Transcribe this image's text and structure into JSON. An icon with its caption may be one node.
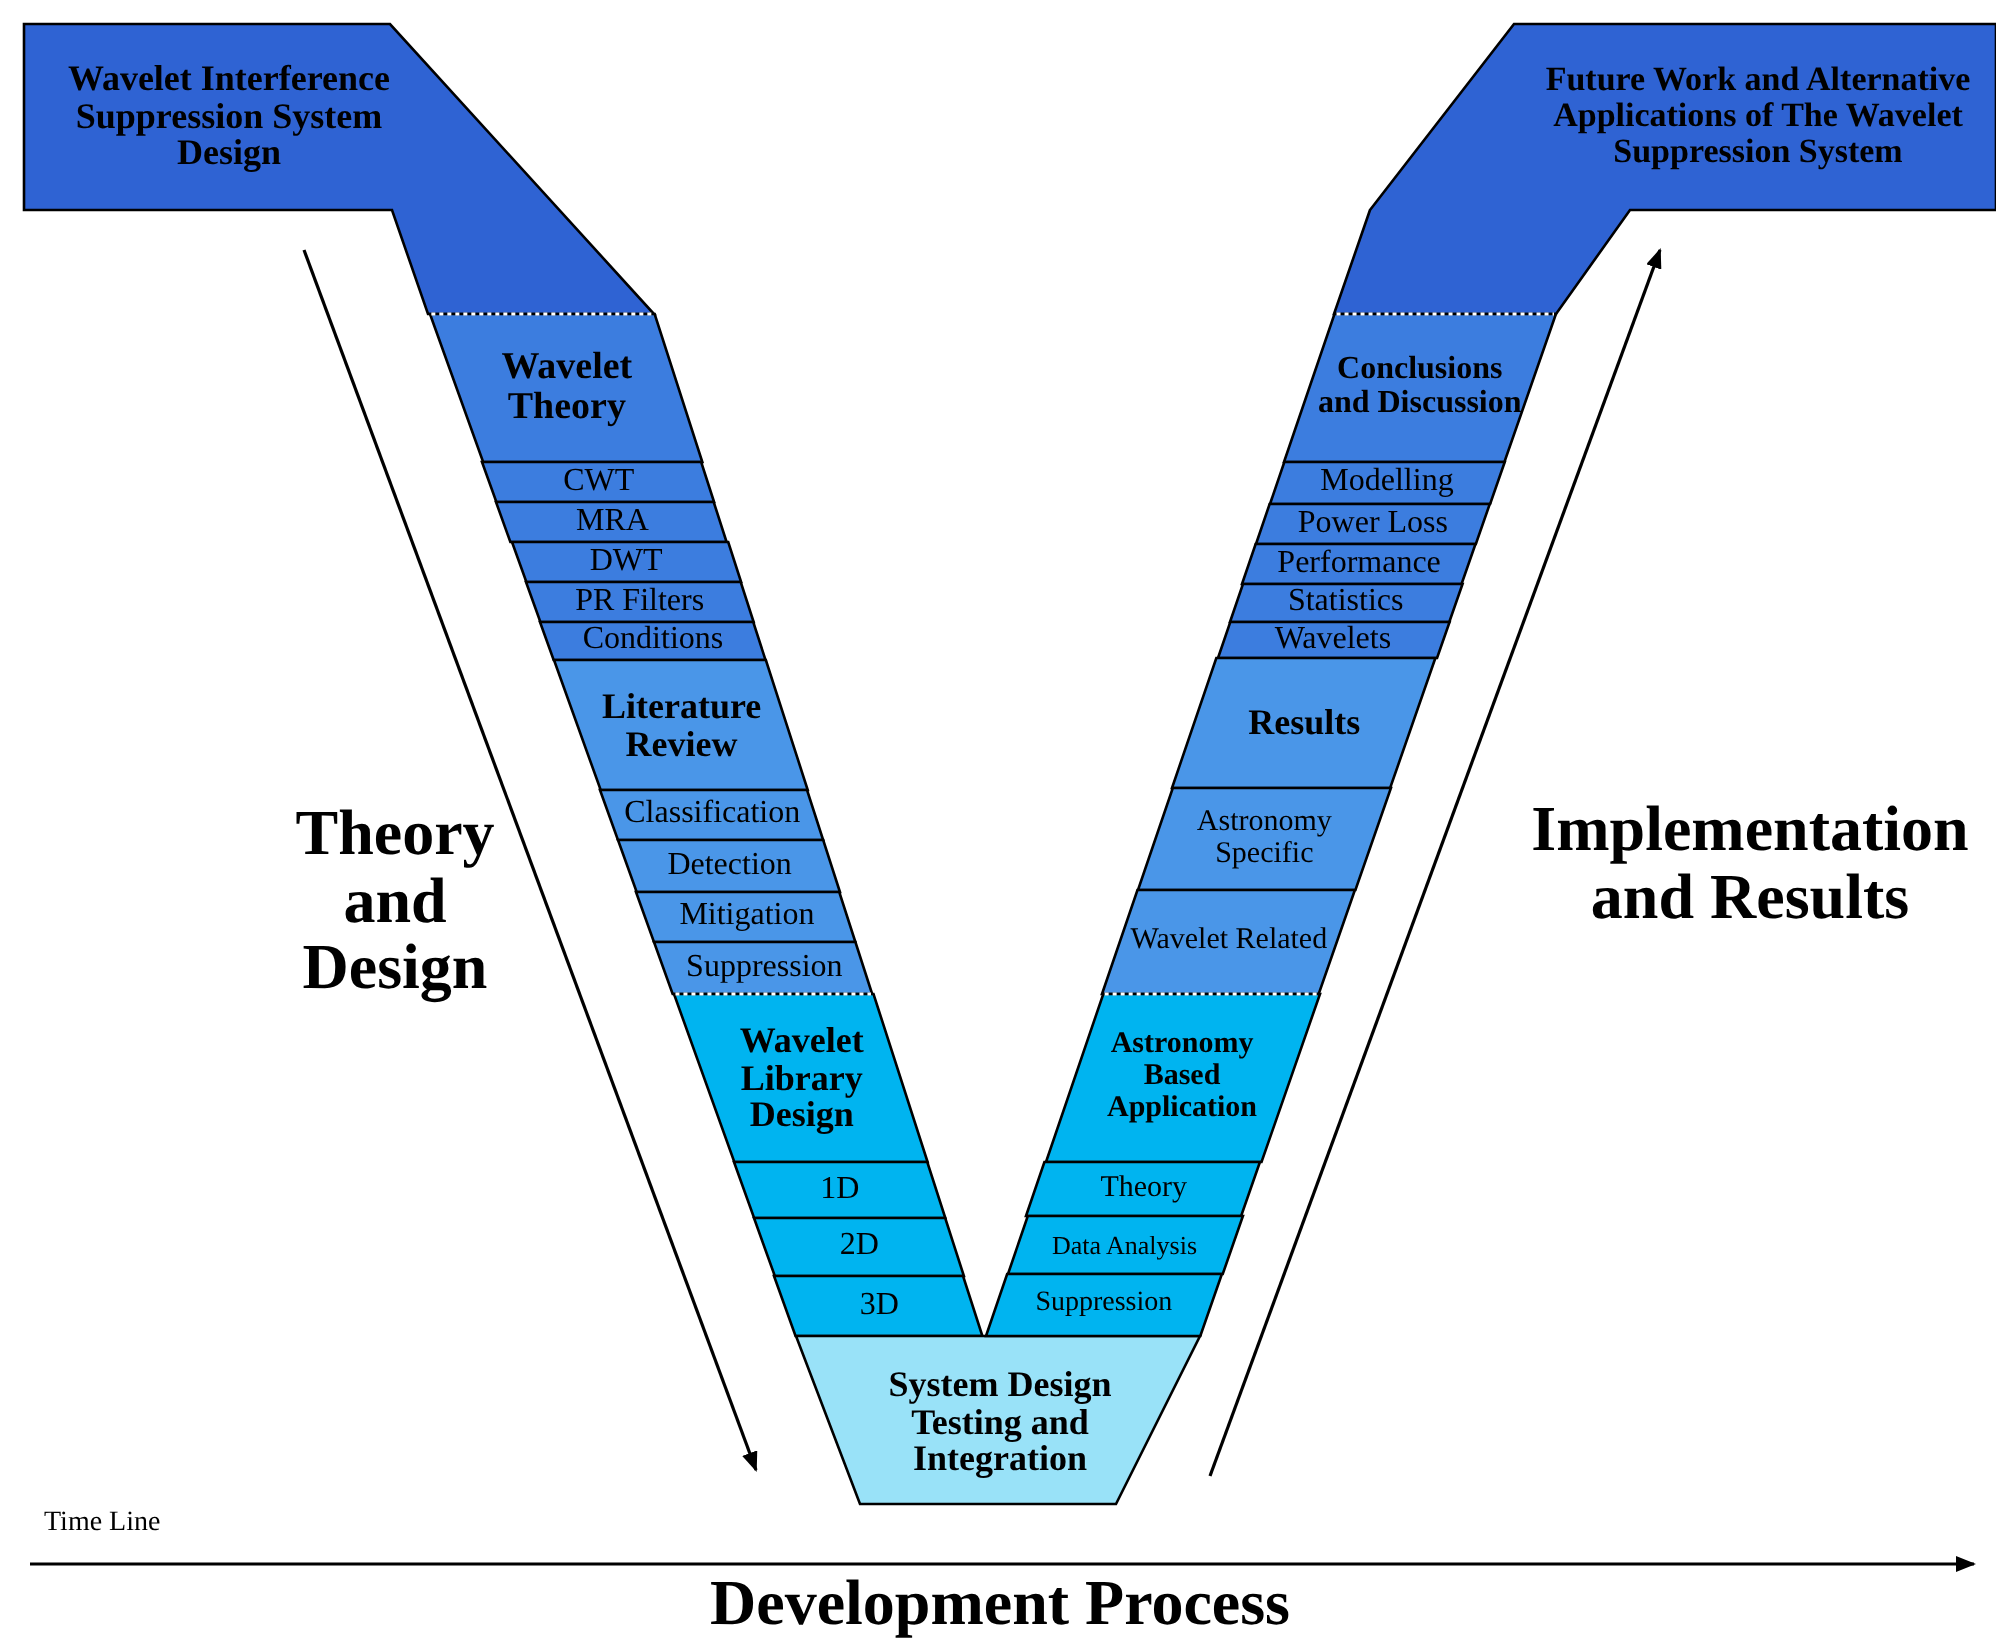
{
  "diagram": {
    "nodes": [
      {
        "text": [
          "Wavelet Interference Suppression System Design"
        ]
      },
      {
        "text": [
          "Wavelet Theory"
        ]
      },
      {
        "text": [
          "CWT"
        ]
      },
      {
        "text": [
          "MRA"
        ]
      },
      {
        "text": [
          "DWT"
        ]
      },
      {
        "text": [
          "PR Filters"
        ]
      },
      {
        "text": [
          "Conditions"
        ]
      },
      {
        "text": [
          "Literature Review"
        ]
      },
      {
        "text": [
          "Classification"
        ]
      },
      {
        "text": [
          "Detection"
        ]
      },
      {
        "text": [
          "Mitigation"
        ]
      },
      {
        "text": [
          "Suppression"
        ]
      },
      {
        "text": [
          "Wavelet Library Design"
        ]
      },
      {
        "text": [
          "1D"
        ]
      },
      {
        "text": [
          "2D"
        ]
      },
      {
        "text": [
          "3D"
        ]
      },
      {
        "text": [
          "System Design Testing and Integration"
        ]
      },
      {
        "text": [
          "Future Work and Alternative Applications of The Wavelet Suppression System"
        ]
      },
      {
        "text": [
          "Conclusions and Discussion"
        ]
      },
      {
        "text": [
          "Modelling"
        ]
      },
      {
        "text": [
          "Power Loss"
        ]
      },
      {
        "text": [
          "Performance"
        ]
      },
      {
        "text": [
          "Statistics"
        ]
      },
      {
        "text": [
          "Wavelets"
        ]
      },
      {
        "text": [
          "Results"
        ]
      },
      {
        "text": [
          "Astronomy Specific"
        ]
      },
      {
        "text": [
          "Wavelet Related"
        ]
      },
      {
        "text": [
          "Astronomy Based Application"
        ]
      },
      {
        "text": [
          "Theory"
        ]
      },
      {
        "text": [
          "Data Analysis"
        ]
      },
      {
        "text": [
          "Suppression"
        ]
      }
    ],
    "labels": [
      "Theory and Design",
      "Implementation and Results",
      "Time Line",
      "Development Process"
    ]
  }
}
